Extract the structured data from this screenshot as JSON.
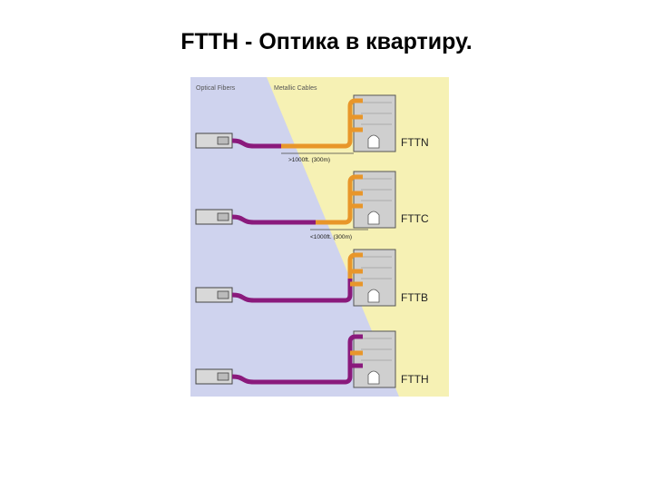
{
  "title": "FTTH - Оптика в квартиру.",
  "diagram": {
    "header_left": "Optical Fibers",
    "header_right": "Metallic Cables",
    "colors": {
      "fiber_zone": "#cfd3ee",
      "metal_zone": "#f6f1b4",
      "fiber": "#8a1a7c",
      "copper": "#e8962a",
      "cabinet": "#cfcfcf"
    },
    "rows": [
      {
        "label": "FTTN",
        "distance": ">1000ft. (300m)"
      },
      {
        "label": "FTTC",
        "distance": "<1000ft. (300m)"
      },
      {
        "label": "FTTB",
        "distance": ""
      },
      {
        "label": "FTTH",
        "distance": ""
      }
    ]
  }
}
